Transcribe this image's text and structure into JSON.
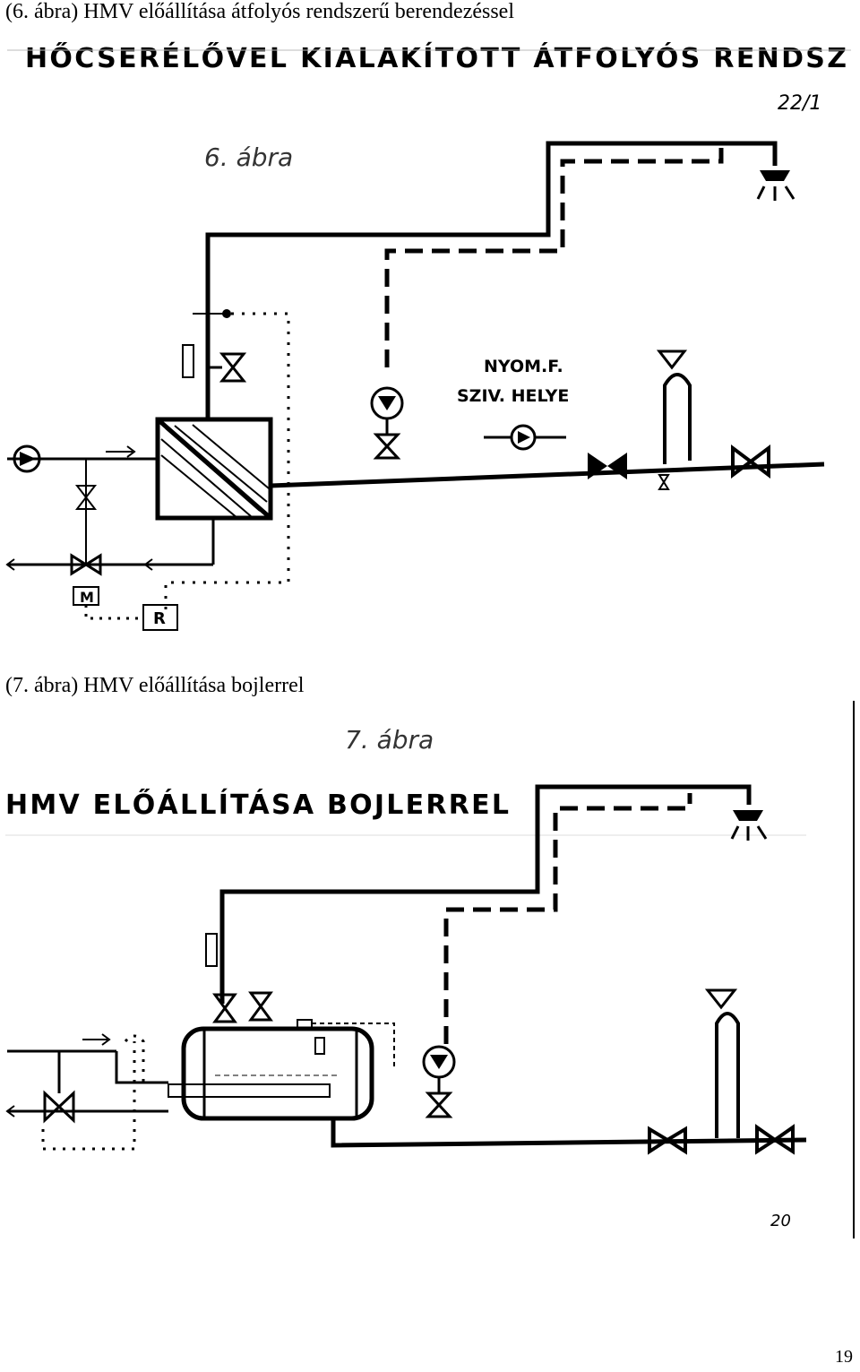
{
  "captions": {
    "fig6": "(6. ábra) HMV előállítása átfolyós rendszerű berendezéssel",
    "fig7": "(7. ábra) HMV előállítása bojlerrel"
  },
  "figure6": {
    "title": "HŐCSERÉLŐVEL KIALAKÍTOTT ÁTFOLYÓS RENDSZ",
    "figure_no": "6. ábra",
    "sheet_no": "22/1",
    "note_line1": "NYOM.F.",
    "note_line2": "SZIV. HELYE",
    "controller_label": "R",
    "motor_label": "M"
  },
  "figure7": {
    "title": "HMV ELŐÁLLÍTÁSA BOJLERREL",
    "figure_no": "7. ábra",
    "sheet_no": "20"
  },
  "page_number": "19"
}
